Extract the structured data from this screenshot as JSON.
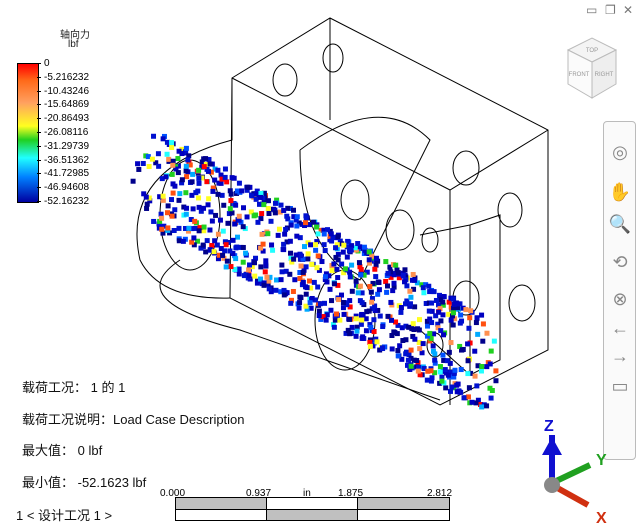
{
  "legend": {
    "title": "轴向力",
    "unit": "lbf",
    "ticks": [
      "0",
      "-5.216232",
      "-10.43246",
      "-15.64869",
      "-20.86493",
      "-26.08116",
      "-31.29739",
      "-36.51362",
      "-41.72985",
      "-46.94608",
      "-52.16232"
    ]
  },
  "info": {
    "load_case": "载荷工况： 1 的 1",
    "load_case_desc": "载荷工况说明：Load Case Description",
    "max": "最大值： 0 lbf",
    "min": "最小值： -52.1623 lbf",
    "design_case": "1 < 设计工况  1 >"
  },
  "scale": {
    "labels": [
      "0.000",
      "0.937",
      "in",
      "1.875",
      "2.812"
    ]
  },
  "viewcube": {
    "top": "TOP",
    "front": "FRONT",
    "right": "RIGHT"
  },
  "triad": {
    "z": "Z",
    "y": "Y",
    "x": "X"
  },
  "colors": {
    "z": "#1010d0",
    "y": "#20a020",
    "x": "#d03010"
  }
}
